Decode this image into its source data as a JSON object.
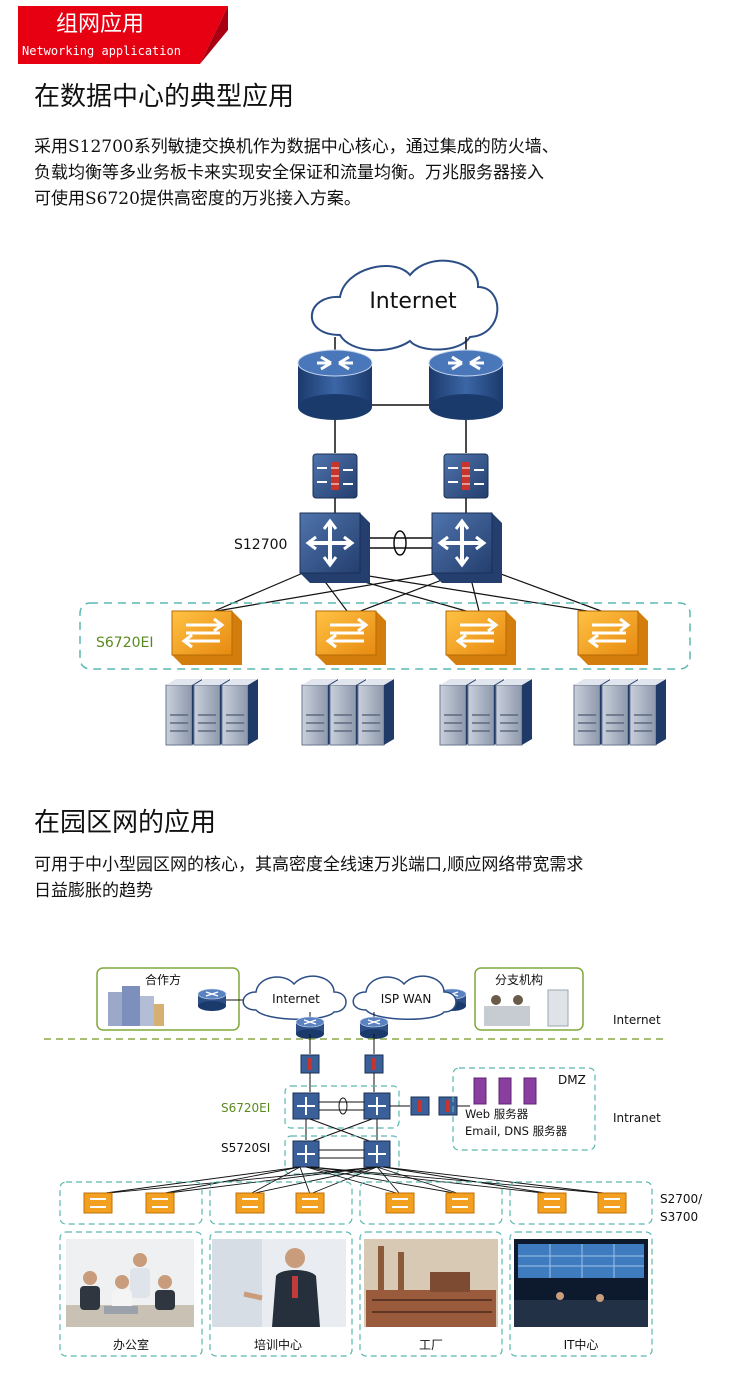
{
  "banner": {
    "title_zh": "组网应用",
    "title_en": "Networking application"
  },
  "section1": {
    "heading": "在数据中心的典型应用",
    "lines": [
      "采用S12700系列敏捷交换机作为数据中心核心，通过集成的防火墙、",
      "负载均衡等多业务板卡来实现安全保证和流量均衡。万兆服务器接入",
      "可使用S6720提供高密度的万兆接入方案。"
    ],
    "diagram": {
      "cloud": "Internet",
      "core_label": "S12700",
      "access_label": "S6720EI"
    }
  },
  "section2": {
    "heading": "在园区网的应用",
    "lines": [
      "可用于中小型园区网的核心，其高密度全线速万兆端口,顺应网络带宽需求",
      "日益膨胀的趋势"
    ],
    "diagram": {
      "partner": "合作方",
      "branch": "分支机构",
      "cloud_internet": "Internet",
      "cloud_isp": "ISP WAN",
      "zone_internet": "Internet",
      "zone_intranet": "Intranet",
      "dmz": "DMZ",
      "web_servers": "Web 服务器",
      "mail_servers": "Email, DNS 服务器",
      "core_label": "S6720EI",
      "agg_label": "S5720SI",
      "access_label_1": "S2700/",
      "access_label_2": "S3700",
      "office": "办公室",
      "training": "培训中心",
      "factory": "工厂",
      "itcenter": "IT中心"
    }
  },
  "colors": {
    "banner_red": "#e60012",
    "accent_green": "#5a8a1f",
    "dash_teal": "#5bb8b0",
    "switch_orange": "#f3a020",
    "router_blue": "#2c4e86"
  }
}
